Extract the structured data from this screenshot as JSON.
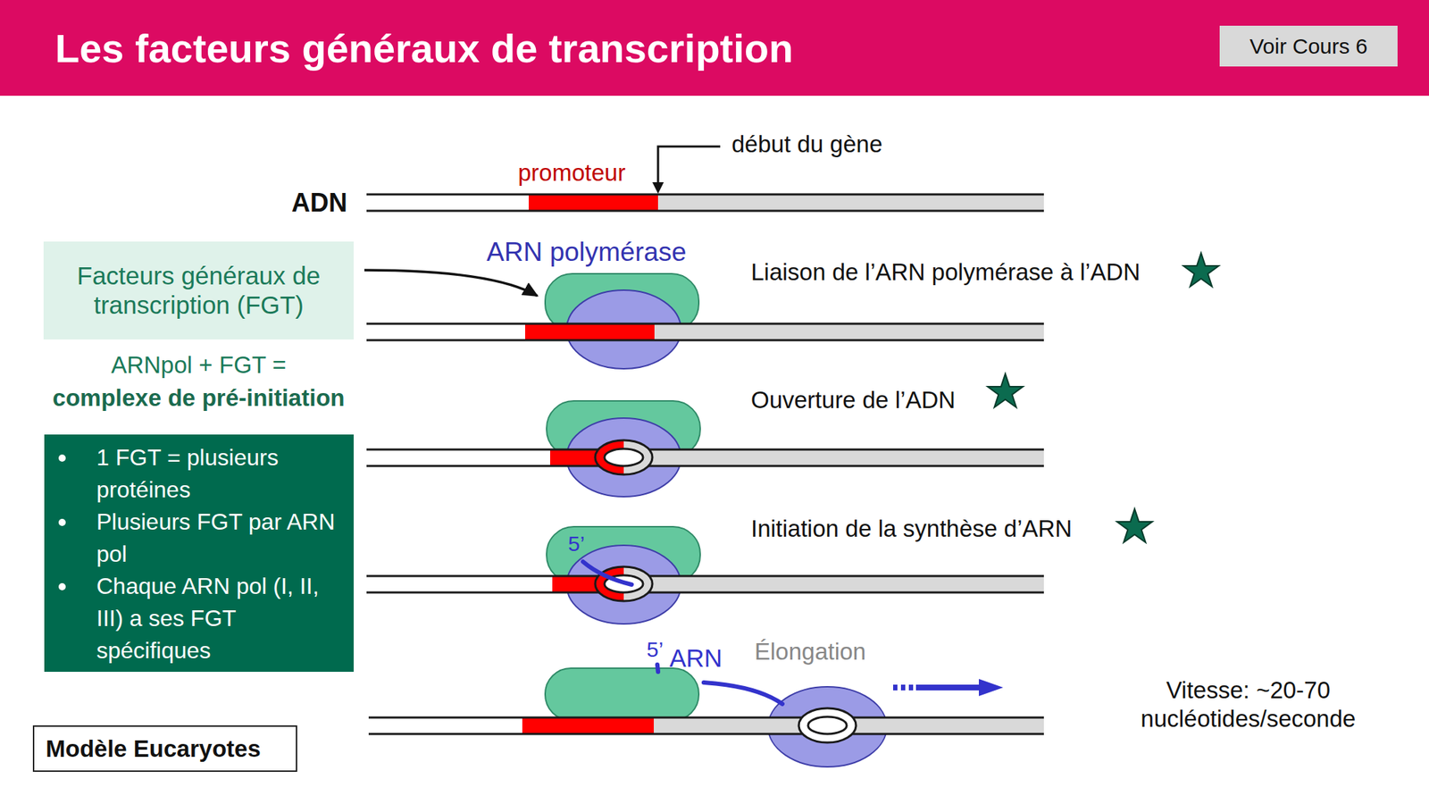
{
  "diagram": {
    "title": "Les facteurs généraux de transcription",
    "nodes": [
      {
        "text": [
          "Voir Cours 6"
        ]
      },
      {
        "text": [
          "Facteurs généraux de transcription (FGT)"
        ]
      },
      {
        "text": [
          "1 FGT = plusieurs protéines",
          "Plusieurs FGT par ARN pol",
          "Chaque ARN pol (I, II, III) a ses FGT spécifiques"
        ]
      },
      {
        "text": [
          "Modèle Eucaryotes"
        ]
      }
    ],
    "labels": [
      "ADN",
      "promoteur",
      "début du gène",
      "ARN polymérase",
      "Liaison de l’ARN polymérase à l’ADN",
      "ARNpol + FGT =",
      "complexe de pré-initiation",
      "Ouverture de l’ADN",
      "Initiation de la synthèse d’ARN",
      "5’",
      "5’",
      "ARN",
      "Élongation",
      "Vitesse: ~20-70 nucléotides/seconde"
    ]
  }
}
